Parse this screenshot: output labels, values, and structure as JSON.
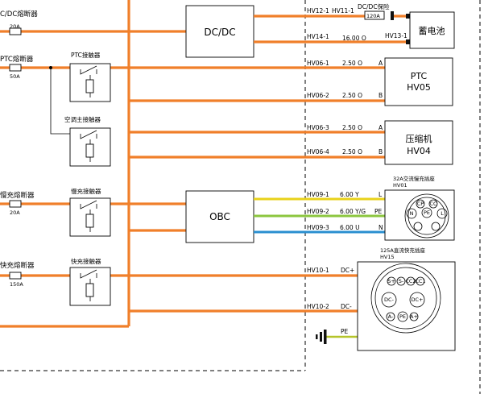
{
  "colors": {
    "wire_hv": "#f07f2a",
    "wire_yellow": "#e8d21a",
    "wire_yellow_green": "#8cc63f",
    "wire_blue": "#2a8fd0",
    "wire_ground": "#b5c42a"
  },
  "left": {
    "fuse_dcdc_label": "C/DC熔断器",
    "fuse_dcdc_rating": "20A",
    "fuse_ptc_label": "PTC熔断器",
    "fuse_ptc_rating": "50A",
    "contactor_ptc_label": "PTC接触器",
    "contactor_ac_label": "空调主接触器",
    "fuse_slow_label": "慢充熔断器",
    "fuse_slow_rating": "20A",
    "contactor_slow_label": "慢充接触器",
    "fuse_fast_label": "快充熔断器",
    "fuse_fast_rating": "150A",
    "contactor_fast_label": "快充接触器"
  },
  "modules": {
    "dcdc": "DC/DC",
    "obc": "OBC"
  },
  "connectors": {
    "hv12_1": "HV12-1",
    "hv11_1": "HV11-1",
    "dcdc_fuse_label": "DC/DC保险",
    "dcdc_fuse_rating": "120A",
    "hv14_1": "HV14-1",
    "hv14_wire": "16.00 O",
    "hv13_1": "HV13-1",
    "hv06_1": "HV06-1",
    "hv06_1_wire": "2.50 O",
    "hv06_1_pin": "A",
    "hv06_2": "HV06-2",
    "hv06_2_wire": "2.50 O",
    "hv06_2_pin": "B",
    "hv06_3": "HV06-3",
    "hv06_3_wire": "2.50 O",
    "hv06_3_pin": "A",
    "hv06_4": "HV06-4",
    "hv06_4_wire": "2.50 O",
    "hv06_4_pin": "B",
    "hv09_1": "HV09-1",
    "hv09_1_wire": "6.00 Y",
    "hv09_1_pin": "L",
    "hv09_2": "HV09-2",
    "hv09_2_wire": "6.00 Y/G",
    "hv09_2_pin": "PE",
    "hv09_3": "HV09-3",
    "hv09_3_wire": "6.00 U",
    "hv09_3_pin": "N",
    "hv10_1": "HV10-1",
    "hv10_1_pin": "DC+",
    "hv10_2": "HV10-2",
    "hv10_2_pin": "DC-",
    "ground_pin": "PE"
  },
  "devices": {
    "battery": "蓄电池",
    "ptc_name": "PTC",
    "ptc_code": "HV05",
    "compressor_name": "压缩机",
    "compressor_code": "HV04",
    "slow_port_title": "32A交流慢充插座",
    "slow_port_code": "HV01",
    "slow_pins": [
      "CP",
      "CC",
      "N",
      "PE",
      "L"
    ],
    "fast_port_title": "125A直流快充插座",
    "fast_port_code": "HV15",
    "fast_pins": [
      "S+",
      "S-",
      "CC2",
      "CC1",
      "DC-",
      "DC+",
      "PE",
      "A-",
      "A+"
    ]
  }
}
